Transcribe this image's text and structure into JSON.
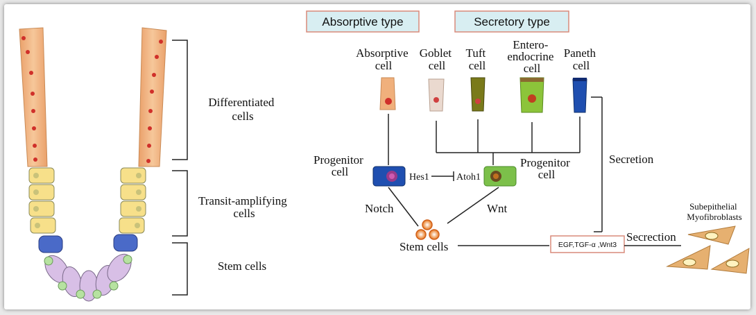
{
  "headers": {
    "absorptive": "Absorptive type",
    "secretory": "Secretory type"
  },
  "regions": {
    "differentiated": [
      "Differentiated",
      "cells"
    ],
    "transit": [
      "Transit-amplifying",
      "cells"
    ],
    "stem": "Stem cells"
  },
  "cells": {
    "absorptive": [
      "Absorptive",
      "cell"
    ],
    "goblet": [
      "Goblet",
      "cell"
    ],
    "tuft": [
      "Tuft",
      "cell"
    ],
    "enteroendocrine": [
      "Entero-",
      "endocrine",
      "cell"
    ],
    "paneth": [
      "Paneth",
      "cell"
    ]
  },
  "labels": {
    "progenitor_left": [
      "Progenitor",
      "cell"
    ],
    "progenitor_right": [
      "Progenitor",
      "cell"
    ],
    "hes1": "Hes1",
    "atoh1": "Atoh1",
    "notch": "Notch",
    "wnt": "Wnt",
    "stem_cells": "Stem cells",
    "secretion": "Secretion",
    "secrection": "Secrection",
    "factors": "EGF,TGF-α ,Wnt3",
    "myofibroblasts": [
      "Subepithelial",
      "Myofibroblasts"
    ]
  },
  "colors": {
    "villus": "#f0b07c",
    "transit": "#f7e08a",
    "stem_cell": "#c9a8d8",
    "paneth": "#1f4fb0",
    "progenitor_left": "#1f4fb0",
    "progenitor_right": "#7cc04a",
    "header_bg": "#d8eef2",
    "header_border": "#d98a7a"
  }
}
